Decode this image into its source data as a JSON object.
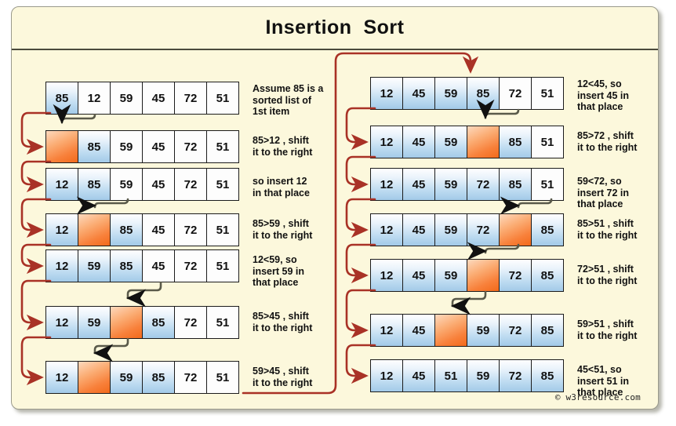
{
  "title": "Insertion  Sort",
  "credit": "© w3resource.com",
  "colors": {
    "page_background": "#FCF8DC",
    "frame_border": "#9a9a8c",
    "title_rule": "#4a4a3c",
    "sorted_cell": "#A3CAE8",
    "hole_cell": "#F26A1B",
    "plain_cell": "#FDFDFD",
    "loop_arrow": "#A93226",
    "shift_arrow": "#5A5A4A",
    "text": "#111111"
  },
  "diagram": {
    "initial_array": [
      85,
      12,
      59,
      45,
      72,
      51
    ],
    "final_array": [
      12,
      45,
      51,
      59,
      72,
      85
    ],
    "cell_states": {
      "plain": "unsorted white cell",
      "sorted": "blue gradient cell (part of sorted prefix)",
      "hole": "orange gradient cell (vacated slot / key being placed)"
    }
  },
  "left_column": {
    "steps": [
      {
        "values": [
          "85",
          "12",
          "59",
          "45",
          "72",
          "51"
        ],
        "states": [
          "sorted",
          "plain",
          "plain",
          "plain",
          "plain",
          "plain"
        ],
        "note": "Assume 85 is a\nsorted list of\n1st item"
      },
      {
        "values": [
          "",
          "85",
          "59",
          "45",
          "72",
          "51"
        ],
        "states": [
          "hole",
          "sorted",
          "plain",
          "plain",
          "plain",
          "plain"
        ],
        "note": "85>12 , shift\nit to the right"
      },
      {
        "values": [
          "12",
          "85",
          "59",
          "45",
          "72",
          "51"
        ],
        "states": [
          "sorted",
          "sorted",
          "plain",
          "plain",
          "plain",
          "plain"
        ],
        "note": "so insert 12\nin that place"
      },
      {
        "values": [
          "12",
          "",
          "85",
          "45",
          "72",
          "51"
        ],
        "states": [
          "sorted",
          "hole",
          "sorted",
          "plain",
          "plain",
          "plain"
        ],
        "note": "85>59 , shift\nit to the right"
      },
      {
        "values": [
          "12",
          "59",
          "85",
          "45",
          "72",
          "51"
        ],
        "states": [
          "sorted",
          "sorted",
          "sorted",
          "plain",
          "plain",
          "plain"
        ],
        "note": "12<59, so\ninsert 59 in\nthat place"
      },
      {
        "values": [
          "12",
          "59",
          "",
          "85",
          "72",
          "51"
        ],
        "states": [
          "sorted",
          "sorted",
          "hole",
          "sorted",
          "plain",
          "plain"
        ],
        "note": "85>45 , shift\nit to the right"
      },
      {
        "values": [
          "12",
          "",
          "59",
          "85",
          "72",
          "51"
        ],
        "states": [
          "sorted",
          "hole",
          "sorted",
          "sorted",
          "plain",
          "plain"
        ],
        "note": "59>45 , shift\nit to the right"
      }
    ]
  },
  "right_column": {
    "steps": [
      {
        "values": [
          "12",
          "45",
          "59",
          "85",
          "72",
          "51"
        ],
        "states": [
          "sorted",
          "sorted",
          "sorted",
          "sorted",
          "plain",
          "plain"
        ],
        "note": "12<45, so\ninsert 45 in\nthat place"
      },
      {
        "values": [
          "12",
          "45",
          "59",
          "",
          "85",
          "51"
        ],
        "states": [
          "sorted",
          "sorted",
          "sorted",
          "hole",
          "sorted",
          "plain"
        ],
        "note": "85>72 , shift\nit to the right"
      },
      {
        "values": [
          "12",
          "45",
          "59",
          "72",
          "85",
          "51"
        ],
        "states": [
          "sorted",
          "sorted",
          "sorted",
          "sorted",
          "sorted",
          "plain"
        ],
        "note": "59<72, so\ninsert 72 in\nthat place"
      },
      {
        "values": [
          "12",
          "45",
          "59",
          "72",
          "",
          "85"
        ],
        "states": [
          "sorted",
          "sorted",
          "sorted",
          "sorted",
          "hole",
          "sorted"
        ],
        "note": "85>51 , shift\nit to the right"
      },
      {
        "values": [
          "12",
          "45",
          "59",
          "",
          "72",
          "85"
        ],
        "states": [
          "sorted",
          "sorted",
          "sorted",
          "hole",
          "sorted",
          "sorted"
        ],
        "note": "72>51 , shift\nit to the right"
      },
      {
        "values": [
          "12",
          "45",
          "",
          "59",
          "72",
          "85"
        ],
        "states": [
          "sorted",
          "sorted",
          "hole",
          "sorted",
          "sorted",
          "sorted"
        ],
        "note": "59>51 , shift\nit to the right"
      },
      {
        "values": [
          "12",
          "45",
          "51",
          "59",
          "72",
          "85"
        ],
        "states": [
          "sorted",
          "sorted",
          "sorted",
          "sorted",
          "sorted",
          "sorted"
        ],
        "note": "45<51, so\ninsert 51 in\nthat place"
      }
    ]
  }
}
